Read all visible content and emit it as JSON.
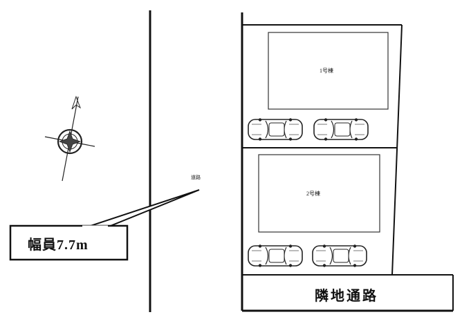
{
  "road": {
    "label": "道路"
  },
  "road_width": {
    "label": "幅員7.7m"
  },
  "buildings": [
    {
      "label": "1号棟"
    },
    {
      "label": "2号棟"
    }
  ],
  "adjacent_passage": {
    "label": "隣地通路"
  },
  "icons": {
    "compass": "compass-rose-icon",
    "car": "car-icon"
  },
  "colors": {
    "line": "#111111",
    "background": "#ffffff"
  }
}
